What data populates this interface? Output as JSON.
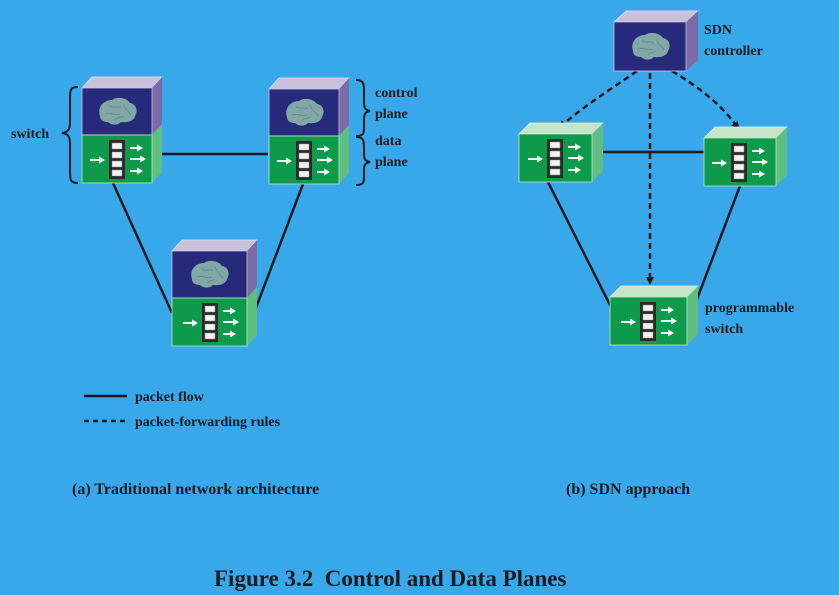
{
  "figure": {
    "title": "Figure 3.2  Control and Data Planes"
  },
  "panel_a": {
    "caption": "(a) Traditional network architecture",
    "labels": {
      "switch": "switch",
      "control_line1": "control",
      "control_line2": "plane",
      "data_line1": "data",
      "data_line2": "plane"
    },
    "legend": [
      {
        "style": "solid",
        "label": "packet flow"
      },
      {
        "style": "dashed",
        "label": "packet-forwarding rules"
      }
    ]
  },
  "panel_b": {
    "caption": "(b) SDN approach",
    "labels": {
      "controller_line1": "SDN",
      "controller_line2": "controller",
      "prog_line1": "programmable",
      "prog_line2": "switch"
    }
  },
  "colors": {
    "background": "#38a8ea",
    "control_plane": "#27297a",
    "data_plane": "#0d9a4a",
    "line": "#1b1b1f"
  }
}
